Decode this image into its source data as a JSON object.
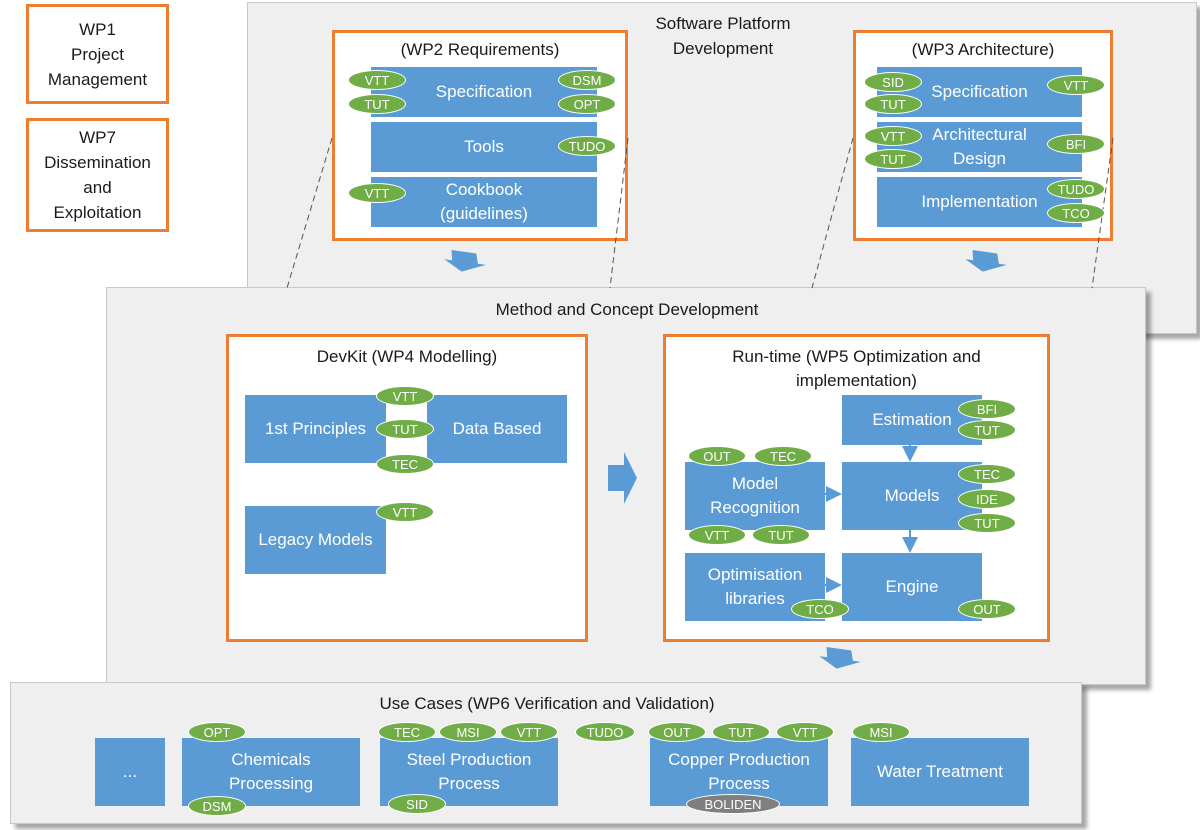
{
  "wp1": {
    "label": "WP1\nProject\nManagement"
  },
  "wp7": {
    "label": "WP7\nDissemination\nand\nExploitation"
  },
  "software": {
    "title": "Software Platform\nDevelopment",
    "wp2": {
      "title": "(WP2 Requirements)",
      "specification": "Specification",
      "tools": "Tools",
      "cookbook": "Cookbook\n(guidelines)"
    },
    "wp3": {
      "title": "(WP3 Architecture)",
      "specification": "Specification",
      "architectural": "Architectural\nDesign",
      "implementation": "Implementation"
    }
  },
  "method": {
    "title": "Method and Concept Development",
    "wp4": {
      "title": "DevKit (WP4 Modelling)",
      "first_principles": "1st Principles",
      "data_based": "Data Based",
      "legacy": "Legacy Models"
    },
    "wp5": {
      "title": "Run-time (WP5 Optimization and\nimplementation)",
      "estimation": "Estimation",
      "models": "Models",
      "model_recognition": "Model\nRecognition",
      "optimisation": "Optimisation\nlibraries",
      "engine": "Engine"
    }
  },
  "usecases": {
    "title": "Use Cases (WP6 Verification and Validation)",
    "ellipsis": "...",
    "chemicals": "Chemicals\nProcessing",
    "steel": "Steel Production\nProcess",
    "copper": "Copper Production\nProcess",
    "water": "Water Treatment"
  },
  "tags": {
    "vtt": "VTT",
    "tut": "TUT",
    "dsm": "DSM",
    "opt": "OPT",
    "tudo": "TUDO",
    "sid": "SID",
    "bfi": "BFI",
    "tco": "TCO",
    "tec": "TEC",
    "out": "OUT",
    "ide": "IDE",
    "msi": "MSI",
    "boliden": "BOLIDEN"
  },
  "colors": {
    "accent_orange": "#ee7d31",
    "box_blue": "#5b9bd5",
    "tag_green": "#70ad47",
    "tag_grey": "#7f7f7f",
    "panel_grey": "#efefef"
  }
}
